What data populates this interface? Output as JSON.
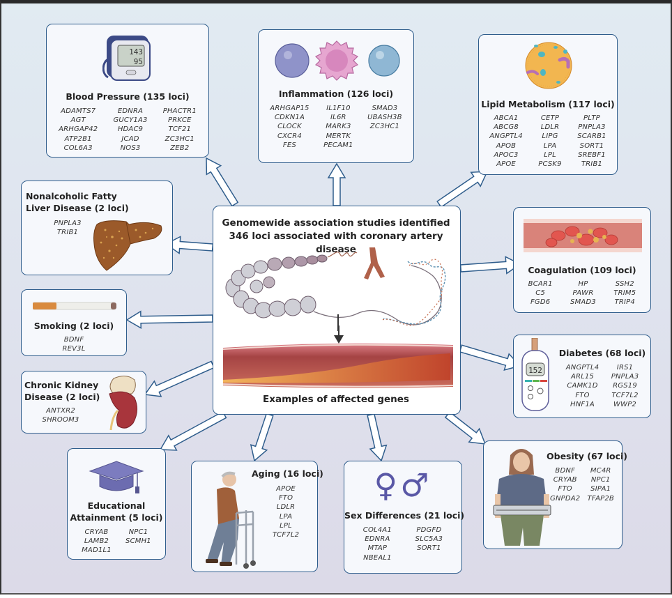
{
  "center": {
    "title": "Genomewide association studies identified 346 loci associated with coronary artery disease",
    "footer": "Examples of affected genes"
  },
  "categories": {
    "blood_pressure": {
      "title": "Blood Pressure (135 loci)",
      "icon": "blood-pressure-monitor-icon",
      "monitor_readings": [
        "143",
        "95"
      ],
      "genes": [
        [
          "ADAMTS7",
          "AGT",
          "ARHGAP42",
          "ATP2B1",
          "COL6A3"
        ],
        [
          "EDNRA",
          "GUCY1A3",
          "HDAC9",
          "JCAD",
          "NOS3"
        ],
        [
          "PHACTR1",
          "PRKCE",
          "TCF21",
          "ZC3HC1",
          "ZEB2"
        ]
      ]
    },
    "inflammation": {
      "title": "Inflammation (126 loci)",
      "icon": "immune-cells-icon",
      "genes": [
        [
          "ARHGAP15",
          "CDKN1A",
          "CLOCK",
          "CXCR4",
          "FES"
        ],
        [
          "IL1F10",
          "IL6R",
          "MARK3",
          "MERTK",
          "PECAM1"
        ],
        [
          "SMAD3",
          "UBASH3B",
          "ZC3HC1"
        ]
      ]
    },
    "lipid": {
      "title": "Lipid Metabolism (117 loci)",
      "icon": "lipoprotein-particle-icon",
      "genes": [
        [
          "ABCA1",
          "ABCG8",
          "ANGPTL4",
          "APOB",
          "APOC3",
          "APOE"
        ],
        [
          "CETP",
          "LDLR",
          "LIPG",
          "LPA",
          "LPL",
          "PCSK9"
        ],
        [
          "PLTP",
          "PNPLA3",
          "SCARB1",
          "SORT1",
          "SREBF1",
          "TRIB1"
        ]
      ]
    },
    "nafld": {
      "title_line1": "Nonalcoholic Fatty",
      "title_line2": "Liver Disease (2 loci)",
      "icon": "fatty-liver-icon",
      "genes": [
        [
          "PNPLA3",
          "TRIB1"
        ]
      ]
    },
    "coagulation": {
      "title": "Coagulation (109 loci)",
      "icon": "blood-clot-icon",
      "genes": [
        [
          "BCAR1",
          "C5",
          "FGD6"
        ],
        [
          "HP",
          "PAWR",
          "SMAD3"
        ],
        [
          "SSH2",
          "TRIM5",
          "TRIP4"
        ]
      ]
    },
    "smoking": {
      "title": "Smoking (2 loci)",
      "icon": "cigarette-icon",
      "genes": [
        [
          "BDNF",
          "REV3L"
        ]
      ]
    },
    "diabetes": {
      "title": "Diabetes (68 loci)",
      "icon": "glucose-meter-icon",
      "meter_reading": "152",
      "genes": [
        [
          "ANGPTL4",
          "ARL15",
          "CAMK1D",
          "FTO",
          "HNF1A"
        ],
        [
          "IRS1",
          "PNPLA3",
          "RGS19",
          "TCF7L2",
          "WWP2"
        ]
      ]
    },
    "ckd": {
      "title_line1": "Chronic Kidney",
      "title_line2": "Disease (2 loci)",
      "icon": "kidney-icon",
      "genes": [
        [
          "ANTXR2",
          "SHROOM3"
        ]
      ]
    },
    "education": {
      "title_line1": "Educational",
      "title_line2": "Attainment (5 loci)",
      "icon": "graduation-cap-icon",
      "genes": [
        [
          "CRYAB",
          "LAMB2",
          "MAD1L1"
        ],
        [
          "NPC1",
          "SCMH1"
        ]
      ]
    },
    "aging": {
      "title": "Aging (16 loci)",
      "icon": "elderly-walker-icon",
      "genes": [
        [
          "APOE",
          "FTO",
          "LDLR",
          "LPA",
          "LPL",
          "TCF7L2"
        ]
      ]
    },
    "sex": {
      "title": "Sex Differences (21 loci)",
      "icon": "gender-symbols-icon",
      "symbols": [
        "♀",
        "♂"
      ],
      "genes": [
        [
          "COL4A1",
          "EDNRA",
          "MTAP",
          "NBEAL1"
        ],
        [
          "PDGFD",
          "SLC5A3",
          "SORT1"
        ]
      ]
    },
    "obesity": {
      "title": "Obesity (67 loci)",
      "icon": "person-on-scale-icon",
      "genes": [
        [
          "BDNF",
          "CRYAB",
          "FTO",
          "GNPDA2"
        ],
        [
          "MC4R",
          "NPC1",
          "SIPA1",
          "TFAP2B"
        ]
      ]
    }
  },
  "colors": {
    "box_border": "#2f5d8c",
    "box_fill": "#f6f8fc",
    "arrow_fill": "#ffffff",
    "arrow_stroke": "#2f5d8c"
  }
}
